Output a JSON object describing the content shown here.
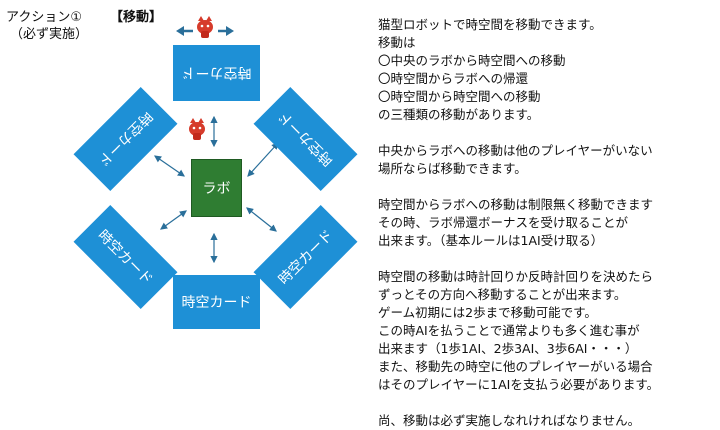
{
  "header": {
    "action_title": "アクション①",
    "action_note": "（必ず実施）",
    "move_title": "【移動】"
  },
  "diagram": {
    "center_label": "ラボ",
    "card_label": "時空カード",
    "top_card_label": "時空カード",
    "card_variant_label": "時空カード",
    "card_variant_label2": "時空カード",
    "colors": {
      "card": "#1e90d6",
      "lab": "#2f7d32",
      "arrow": "#2a6f9a",
      "robot": "#d63b2b"
    }
  },
  "description": {
    "lines": [
      "猫型ロボットで時空間を移動できます。",
      "移動は",
      "〇中央のラボから時空間への移動",
      "〇時空間からラボへの帰還",
      "〇時空間から時空間への移動",
      "の三種類の移動があります。",
      "",
      "中央からラボへの移動は他のプレイヤーがいない",
      "場所ならば移動できます。",
      "",
      "時空間からラボへの移動は制限無く移動できます",
      "その時、ラボ帰還ボーナスを受け取ることが",
      "出来ます。（基本ルールは1AI受け取る）",
      "",
      "時空間の移動は時計回りか反時計回りを決めたら",
      "ずっとその方向へ移動することが出来ます。",
      "ゲーム初期には2歩まで移動可能です。",
      "この時AIを払うことで通常よりも多く進む事が",
      "出来ます（1歩1AI、2歩3AI、3歩6AI・・・）",
      "また、移動先の時空に他のプレイヤーがいる場合",
      "はそのプレイヤーに1AIを支払う必要があります。",
      "",
      "尚、移動は必ず実施しなれければなりません。"
    ]
  }
}
